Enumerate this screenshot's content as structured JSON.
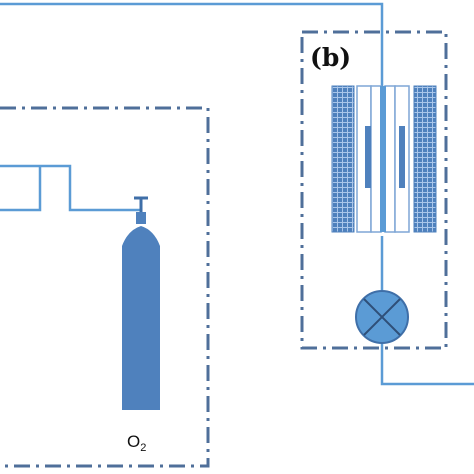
{
  "panel_label": "(b)",
  "gas_label": {
    "main": "O",
    "subscript": "2"
  },
  "colors": {
    "pipe": "#5b9bd5",
    "box_dash": "#4f6f9a",
    "cylinder": "#4f81bd",
    "coil": "#4f81bd",
    "pump": "#5b9bd5",
    "text": "#111111"
  },
  "icons": [
    "gas-cylinder-icon",
    "reactor-cell-icon",
    "pump-icon"
  ]
}
